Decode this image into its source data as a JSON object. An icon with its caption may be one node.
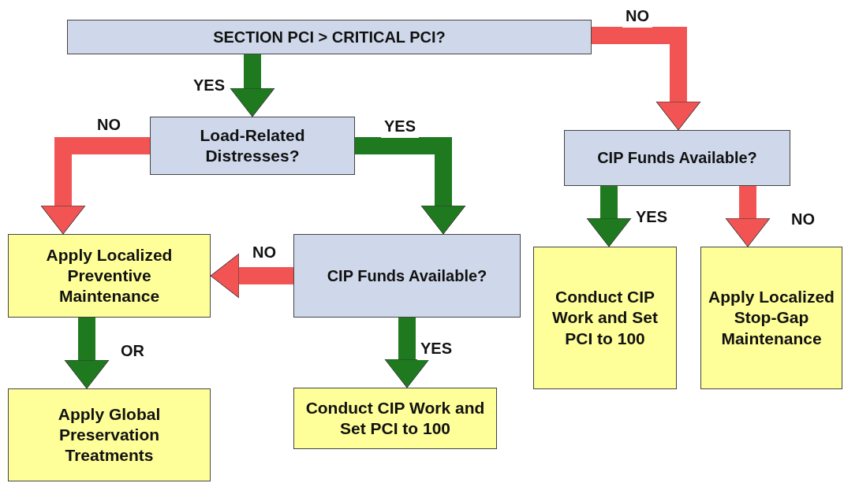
{
  "diagram": {
    "nodes": [
      {
        "text": [
          "SECTION PCI > CRITICAL PCI?"
        ]
      },
      {
        "text": [
          "Load-Related Distresses?"
        ]
      },
      {
        "text": [
          "CIP Funds Available?"
        ]
      },
      {
        "text": [
          "Apply Localized Preventive Maintenance"
        ]
      },
      {
        "text": [
          "CIP Funds Available?"
        ]
      },
      {
        "text": [
          "Conduct CIP Work and Set PCI to 100"
        ]
      },
      {
        "text": [
          "Apply Localized Stop-Gap Maintenance"
        ]
      },
      {
        "text": [
          "Apply Global Preservation Treatments"
        ]
      },
      {
        "text": [
          "Conduct CIP Work and Set PCI to 100"
        ]
      }
    ],
    "edges": [
      {
        "from": 0,
        "to": 1,
        "arrow": "to",
        "label": "YES"
      },
      {
        "from": 0,
        "to": 2,
        "arrow": "to",
        "label": "NO",
        "color": "#f25454"
      },
      {
        "from": 1,
        "to": 3,
        "arrow": "to",
        "label": "NO",
        "color": "#f25454"
      },
      {
        "from": 1,
        "to": 4,
        "arrow": "to",
        "label": "YES"
      },
      {
        "from": 4,
        "to": 3,
        "arrow": "to",
        "label": "NO",
        "color": "#f25454"
      },
      {
        "from": 4,
        "to": 8,
        "arrow": "to",
        "label": "YES"
      },
      {
        "from": 3,
        "to": 7,
        "arrow": "to",
        "label": "OR"
      },
      {
        "from": 2,
        "to": 5,
        "arrow": "to",
        "label": "YES"
      },
      {
        "from": 2,
        "to": 6,
        "arrow": "to",
        "label": "NO",
        "color": "#f25454"
      }
    ]
  }
}
